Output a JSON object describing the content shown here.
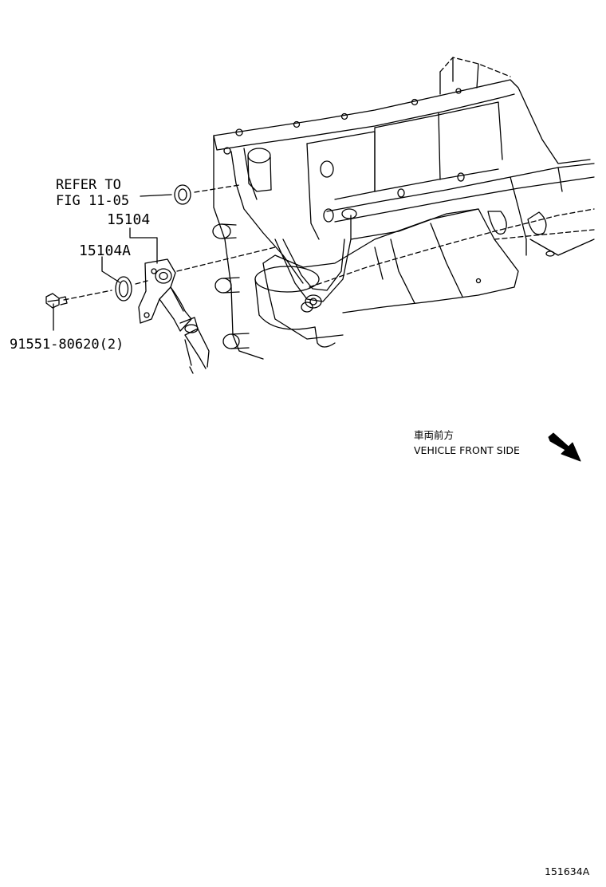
{
  "labels": {
    "refer_line1": "REFER TO",
    "refer_line2": "FIG 11-05",
    "part_15104": "15104",
    "part_15104A": "15104A",
    "part_bolt": "91551-80620(2)"
  },
  "direction": {
    "japanese": "車両前方",
    "english": "VEHICLE FRONT SIDE",
    "arrow_icon": "arrow-down-right-icon"
  },
  "figure_id": "151634A",
  "colors": {
    "ink": "#000000",
    "paper": "#ffffff"
  }
}
